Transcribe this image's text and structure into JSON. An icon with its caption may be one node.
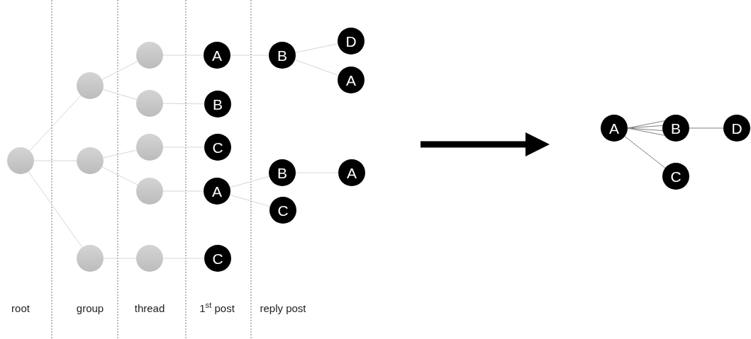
{
  "diagram": {
    "nodes": [
      {
        "text": [],
        "shape": "circle"
      },
      {
        "text": [],
        "shape": "circle"
      },
      {
        "text": [],
        "shape": "circle"
      },
      {
        "text": [],
        "shape": "circle"
      },
      {
        "text": [],
        "shape": "circle"
      },
      {
        "text": [],
        "shape": "circle"
      },
      {
        "text": [],
        "shape": "circle"
      },
      {
        "text": [],
        "shape": "circle"
      },
      {
        "text": [],
        "shape": "circle"
      },
      {
        "text": [
          "A"
        ]
      },
      {
        "text": [
          "B"
        ]
      },
      {
        "text": [
          "C"
        ]
      },
      {
        "text": [
          "A"
        ]
      },
      {
        "text": [
          "C"
        ]
      },
      {
        "text": [
          "B"
        ]
      },
      {
        "text": [
          "D"
        ]
      },
      {
        "text": [
          "A"
        ]
      },
      {
        "text": [
          "B"
        ]
      },
      {
        "text": [
          "A"
        ]
      },
      {
        "text": [
          "C"
        ]
      },
      {
        "text": [
          "A"
        ]
      },
      {
        "text": [
          "B"
        ]
      },
      {
        "text": [
          "D"
        ]
      },
      {
        "text": [
          "C"
        ]
      }
    ],
    "edges": [
      {
        "from": 0,
        "to": 1,
        "arrow": "none"
      },
      {
        "from": 0,
        "to": 2,
        "arrow": "none"
      },
      {
        "from": 0,
        "to": 3,
        "arrow": "none"
      },
      {
        "from": 1,
        "to": 4,
        "arrow": "none"
      },
      {
        "from": 1,
        "to": 5,
        "arrow": "none"
      },
      {
        "from": 2,
        "to": 6,
        "arrow": "none"
      },
      {
        "from": 2,
        "to": 7,
        "arrow": "none"
      },
      {
        "from": 3,
        "to": 8,
        "arrow": "none"
      },
      {
        "from": 4,
        "to": 9,
        "arrow": "none"
      },
      {
        "from": 5,
        "to": 10,
        "arrow": "none"
      },
      {
        "from": 6,
        "to": 11,
        "arrow": "none"
      },
      {
        "from": 7,
        "to": 12,
        "arrow": "none"
      },
      {
        "from": 8,
        "to": 13,
        "arrow": "none"
      },
      {
        "from": 9,
        "to": 14,
        "arrow": "none"
      },
      {
        "from": 14,
        "to": 15,
        "arrow": "none"
      },
      {
        "from": 14,
        "to": 16,
        "arrow": "none"
      },
      {
        "from": 12,
        "to": 17,
        "arrow": "none"
      },
      {
        "from": 17,
        "to": 18,
        "arrow": "none"
      },
      {
        "from": 12,
        "to": 19,
        "arrow": "none"
      },
      {
        "from": 20,
        "to": 21,
        "arrow": "none",
        "color": "#7f7f7f"
      },
      {
        "from": 20,
        "to": 21,
        "arrow": "none",
        "color": "#7f7f7f"
      },
      {
        "from": 20,
        "to": 21,
        "arrow": "none",
        "color": "#7f7f7f"
      },
      {
        "from": 20,
        "to": 21,
        "arrow": "none",
        "color": "#7f7f7f"
      },
      {
        "from": 21,
        "to": 22,
        "arrow": "none",
        "color": "#7f7f7f"
      },
      {
        "from": 20,
        "to": 23,
        "arrow": "none",
        "color": "#7f7f7f"
      }
    ],
    "labels": [
      "root",
      "group",
      "thread",
      "1$^{st}$ post",
      "reply post"
    ]
  }
}
